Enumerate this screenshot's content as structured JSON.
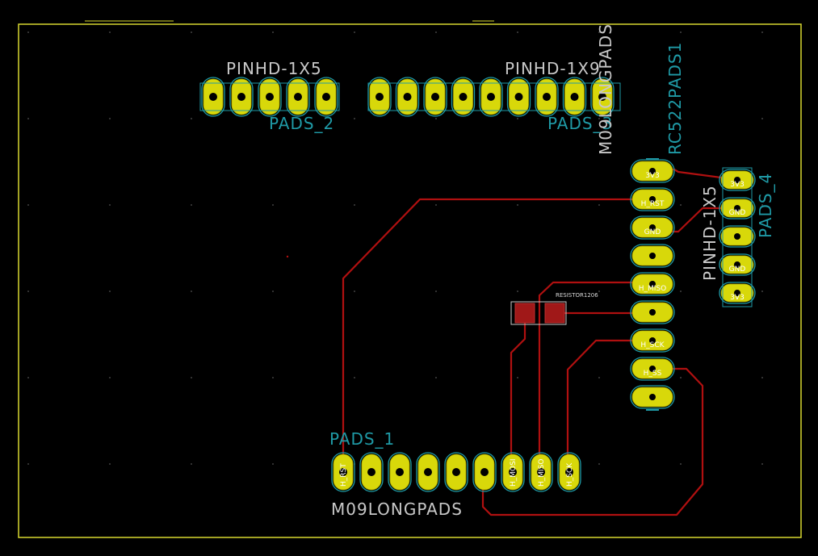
{
  "colors": {
    "background": "#000000",
    "edge_cuts": "#d8d830",
    "pad_fill": "#d8d80a",
    "pad_outline": "#1f9aa6",
    "pad_hole": "#000000",
    "track": "#b01010",
    "smd_pad": "#a01818",
    "reference_text": "#1f9aa6",
    "value_text": "#c8c8c8",
    "grid_dot": "#555555"
  },
  "footprints": {
    "pads_2": {
      "ref": "PADS_2",
      "value": "PINHD-1X5"
    },
    "pads_3": {
      "ref": "PADS_3",
      "value": "PINHD-1X9"
    },
    "pads_1": {
      "ref": "PADS_1",
      "value": "M09LONGPADS"
    },
    "pads_4": {
      "ref": "PADS_4",
      "value": "PINHD-1X5"
    },
    "rc522": {
      "ref": "RC522PADS1",
      "value": "M09LONGPADS"
    },
    "resistor": {
      "value": "RESISTOR1206"
    }
  },
  "pad_labels": {
    "rc522": [
      "3V3",
      "H_RST",
      "GND",
      "",
      "H_MISO",
      "",
      "H_SCK",
      "H_SS",
      ""
    ],
    "pads_1": [
      "H_RST",
      "",
      "",
      "",
      "",
      "",
      "H_MOSI",
      "H_MISO",
      "H_SCK"
    ],
    "pads_4": [
      "3V3",
      "GND",
      "",
      "GND",
      "3V3"
    ]
  }
}
